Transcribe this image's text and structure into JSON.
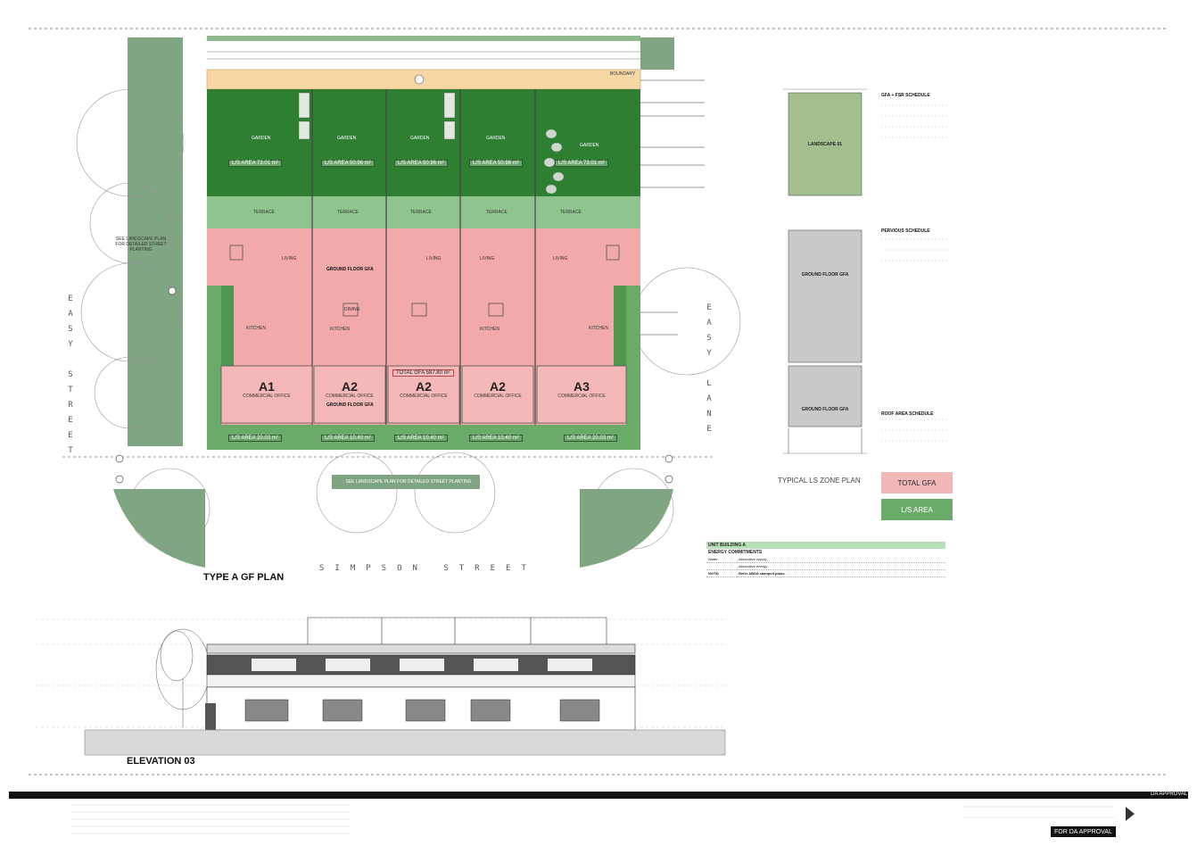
{
  "plan": {
    "title": "TYPE A GF PLAN",
    "streets": {
      "west": "EASY STREET",
      "east": "EASY LANE",
      "south": "SIMPSON STREET"
    },
    "notes": {
      "west_landscape": "SEE LANDSCAPE PLAN FOR DETAILED STREET PLANTING",
      "south_landscape": "SEE LANDSCAPE PLAN FOR DETAILED STREET PLANTING",
      "boundary": "BOUNDARY"
    },
    "labels": {
      "living": "LIVING",
      "kitchen": "KITCHEN",
      "dining": "DINING",
      "terrace": "TERRACE",
      "garden": "GARDEN",
      "ground_floor_gfa": "GROUND FLOOR GFA",
      "commercial_office": "COMMERCIAL OFFICE"
    },
    "units": [
      {
        "code": "A1",
        "use": "COMMERCIAL OFFICE",
        "ls_area_front": "L/S AREA 20.03 m²",
        "ls_area_rear": "L/S AREA 73.01 m²"
      },
      {
        "code": "A2",
        "use": "COMMERCIAL OFFICE",
        "ls_area_front": "L/S AREA 10.40 m²",
        "ls_area_rear": "L/S AREA 50.96 m²"
      },
      {
        "code": "A2",
        "use": "COMMERCIAL OFFICE",
        "ls_area_front": "L/S AREA 10.40 m²",
        "ls_area_rear": "L/S AREA 50.96 m²"
      },
      {
        "code": "A2",
        "use": "COMMERCIAL OFFICE",
        "ls_area_front": "L/S AREA 10.40 m²",
        "ls_area_rear": "L/S AREA 50.96 m²"
      },
      {
        "code": "A3",
        "use": "COMMERCIAL OFFICE",
        "ls_area_front": "L/S AREA 20.03 m²",
        "ls_area_rear": "L/S AREA 73.01 m²"
      }
    ],
    "total_gfa_tag": "TOTAL GFA 587.80 m²"
  },
  "zone_plan": {
    "title": "TYPICAL LS ZONE PLAN",
    "blocks": [
      {
        "name": "LANDSCAPE 01"
      },
      {
        "name": "GROUND FLOOR GFA"
      },
      {
        "name": "GROUND FLOOR GFA"
      }
    ],
    "schedules": [
      {
        "title": "GFA + FSR SCHEDULE"
      },
      {
        "title": "PERVIOUS SCHEDULE"
      },
      {
        "title": "ROOF AREA SCHEDULE"
      }
    ],
    "legend": [
      {
        "label": "TOTAL GFA",
        "color": "#f2b8b8"
      },
      {
        "label": "L/S AREA",
        "color": "#6aab6a"
      }
    ]
  },
  "energy": {
    "header": "UNIT BUILDING A",
    "subheader": "ENERGY COMMITMENTS",
    "rows": [
      {
        "key": "Water",
        "value": "Alternative supply"
      },
      {
        "key": "",
        "value": "Alternative energy"
      },
      {
        "key": "NOTE:",
        "value": "Refer ABSA stamped plans."
      }
    ]
  },
  "elevation": {
    "title": "ELEVATION 03"
  },
  "titleblock": {
    "status": "FOR DA APPROVAL",
    "stamp": "DA APPROVAL"
  },
  "colors": {
    "landscape_dark": "#2f7f33",
    "landscape_light": "#8fc48f",
    "verge": "#7fa583",
    "gfa_pink": "#f2a9a9",
    "boundary_buff": "#f7d8a5"
  }
}
